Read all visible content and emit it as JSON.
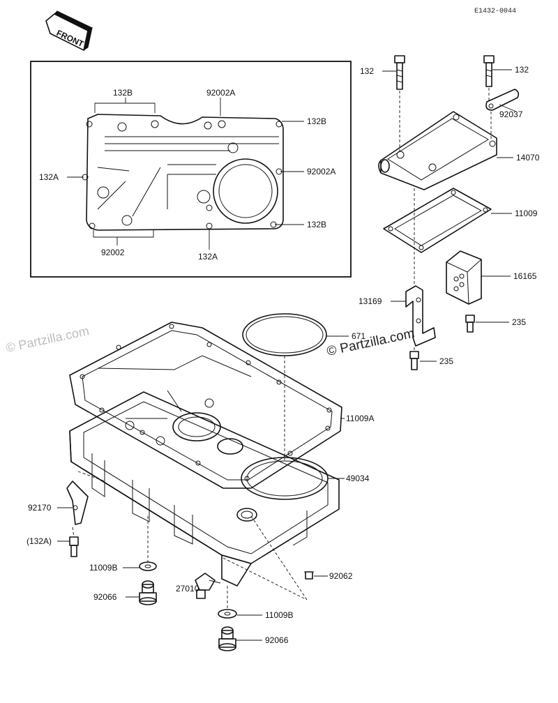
{
  "diagram": {
    "code": "E1432-0044",
    "front_label": "FRONT",
    "watermark_left": "© Partzilla.com",
    "watermark_right": "© Partzilla.com"
  },
  "labels": {
    "inset_132B_top": "132B",
    "inset_92002A_top": "92002A",
    "inset_132B_right_1": "132B",
    "inset_132A_left": "132A",
    "inset_92002A_right": "92002A",
    "inset_132B_right_2": "132B",
    "inset_92002_bottom": "92002",
    "inset_132A_bottom": "132A",
    "bolt_132_left": "132",
    "bolt_132_right": "132",
    "bracket_92037": "92037",
    "cover_14070": "14070",
    "gasket_11009": "11009",
    "reed_16165": "16165",
    "bracket_13169": "13169",
    "bolt_235_upper": "235",
    "bolt_235_lower": "235",
    "oring_671": "671",
    "gasket_11009A": "11009A",
    "pan_49034": "49034",
    "clip_92170": "92170",
    "bolt_132A_paren": "(132A)",
    "washer_11009B_left": "11009B",
    "plug_92066_left": "92066",
    "switch_27010": "27010",
    "nipple_92062": "92062",
    "washer_11009B_right": "11009B",
    "plug_92066_right": "92066"
  }
}
